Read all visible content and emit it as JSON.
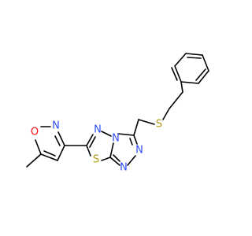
{
  "molecule": {
    "atoms": {
      "ring_oxygen": "O",
      "isoxazole_nitrogen": "N",
      "thiadiazole_nitrogen_top": "N",
      "bridgehead_nitrogen": "N",
      "thiadiazole_sulfur": "S",
      "triazole_nitrogen_right": "N",
      "triazole_nitrogen_bottom": "N",
      "thioether_sulfur": "S"
    },
    "colors": {
      "bond": "#000000",
      "nitrogen": "#3050F8",
      "oxygen": "#FF0D0D",
      "sulfur": "#B29B1B",
      "background": "#FFFFFF"
    }
  }
}
